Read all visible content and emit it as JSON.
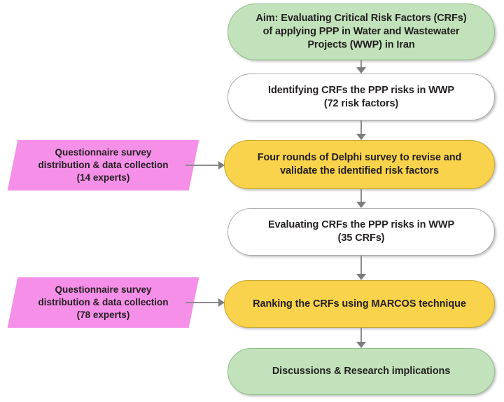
{
  "diagram": {
    "title": "Research framework flowchart",
    "colors": {
      "green": "#C2E2BB",
      "yellow": "#F9D34B",
      "white": "#FFFFFF",
      "pink": "#F58FE8",
      "connector": "#8C8C8C",
      "text": "#231F20"
    },
    "nodes": [
      {
        "id": "aim",
        "shape": "rounded-rectangle",
        "fill": "green",
        "text": "Aim: Evaluating Critical Risk Factors (CRFs)\nof applying PPP in Water and Wastewater\nProjects (WWP) in Iran"
      },
      {
        "id": "identify",
        "shape": "rounded-rectangle",
        "fill": "white",
        "text": "Identifying CRFs the PPP risks in WWP\n(72 risk factors)"
      },
      {
        "id": "delphi",
        "shape": "rounded-rectangle",
        "fill": "yellow",
        "text": "Four rounds of Delphi survey  to revise and\nvalidate the identified risk factors"
      },
      {
        "id": "evaluate",
        "shape": "rounded-rectangle",
        "fill": "white",
        "text": "Evaluating CRFs the PPP risks in WWP\n(35 CRFs)"
      },
      {
        "id": "ranking",
        "shape": "rounded-rectangle",
        "fill": "yellow",
        "text": "Ranking the CRFs using MARCOS technique"
      },
      {
        "id": "discussion",
        "shape": "rounded-rectangle",
        "fill": "green",
        "text": "Discussions & Research implications"
      }
    ],
    "inputs": [
      {
        "id": "survey-14",
        "shape": "parallelogram",
        "fill": "pink",
        "text": "Questionnaire survey\ndistribution & data collection\n(14 experts)"
      },
      {
        "id": "survey-78",
        "shape": "parallelogram",
        "fill": "pink",
        "text": "Questionnaire survey\ndistribution & data collection\n(78 experts)"
      }
    ],
    "connectors": [
      {
        "id": "aim-to-identify",
        "from": "aim",
        "to": "identify",
        "direction": "down"
      },
      {
        "id": "identify-to-delphi",
        "from": "identify",
        "to": "delphi",
        "direction": "down"
      },
      {
        "id": "survey14-to-delphi",
        "from": "survey-14",
        "to": "delphi",
        "direction": "right"
      },
      {
        "id": "delphi-to-evaluate",
        "from": "delphi",
        "to": "evaluate",
        "direction": "down"
      },
      {
        "id": "evaluate-to-ranking",
        "from": "evaluate",
        "to": "ranking",
        "direction": "down"
      },
      {
        "id": "survey78-to-ranking",
        "from": "survey-78",
        "to": "ranking",
        "direction": "right"
      },
      {
        "id": "ranking-to-discussion",
        "from": "ranking",
        "to": "discussion",
        "direction": "down"
      }
    ]
  }
}
